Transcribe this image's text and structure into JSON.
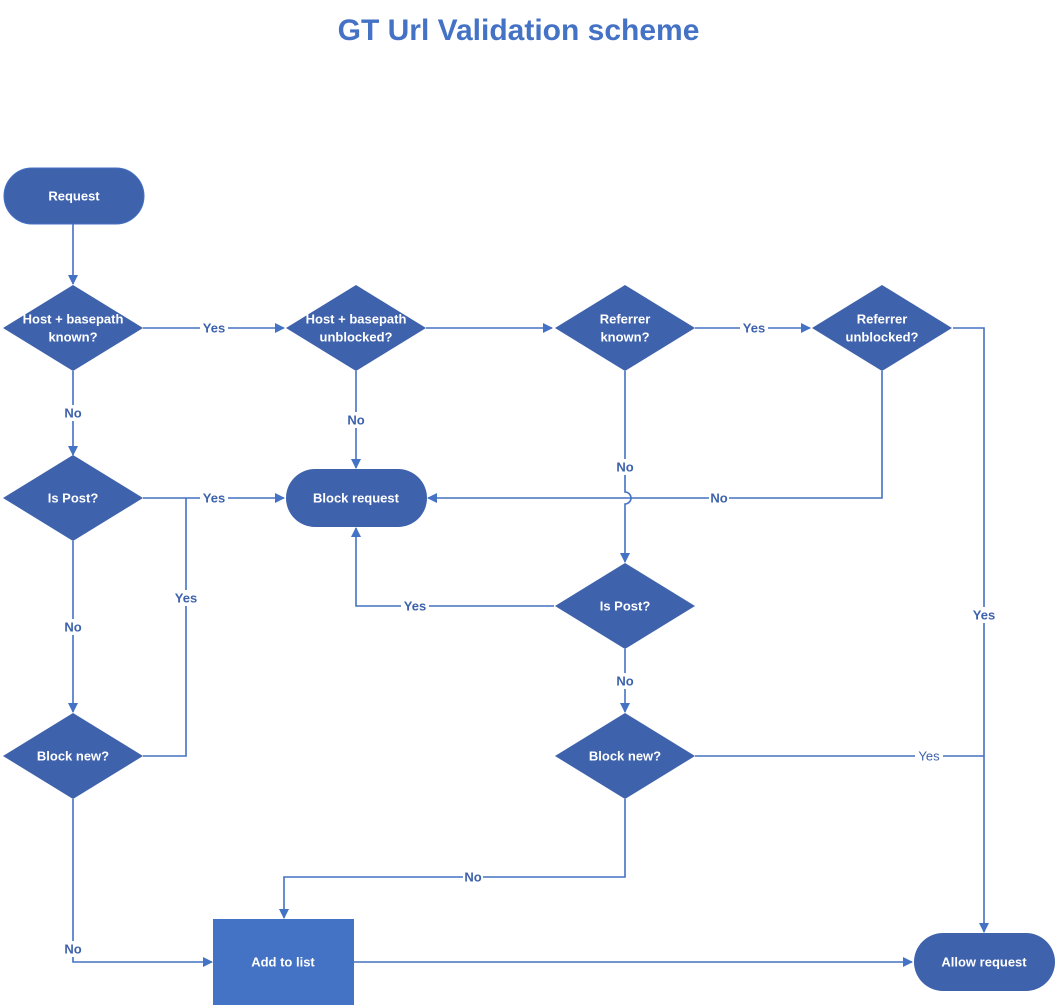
{
  "title": "GT Url Validation scheme",
  "colors": {
    "node_fill": "#3F62AC",
    "box_fill": "#4472C4",
    "line": "#4472C4",
    "label": "#3D62AC",
    "title": "#4472C4"
  },
  "nodes": {
    "request": [
      "Request"
    ],
    "host_known": [
      "Host + basepath",
      "known?"
    ],
    "host_unblocked": [
      "Host + basepath",
      "unblocked?"
    ],
    "referrer_known": [
      "Referrer",
      "known?"
    ],
    "referrer_unblocked": [
      "Referrer",
      "unblocked?"
    ],
    "is_post_left": [
      "Is Post?"
    ],
    "block_request": [
      "Block request"
    ],
    "is_post_right": [
      "Is Post?"
    ],
    "block_new_left": [
      "Block new?"
    ],
    "block_new_right": [
      "Block new?"
    ],
    "add_to_list": [
      "Add to list"
    ],
    "allow_request": [
      "Allow request"
    ]
  },
  "edge_labels": {
    "host_known_yes": "Yes",
    "host_known_no": "No",
    "host_unblocked_no": "No",
    "referrer_known_yes": "Yes",
    "referrer_known_no": "No",
    "referrer_unblocked_no": "No",
    "referrer_unblocked_yes": "Yes",
    "is_post_left_yes": "Yes",
    "is_post_left_no": "No",
    "block_new_left_yes": "Yes",
    "block_new_left_no": "No",
    "is_post_right_yes": "Yes",
    "is_post_right_no": "No",
    "block_new_right_yes": "Yes",
    "block_new_right_no": "No"
  }
}
